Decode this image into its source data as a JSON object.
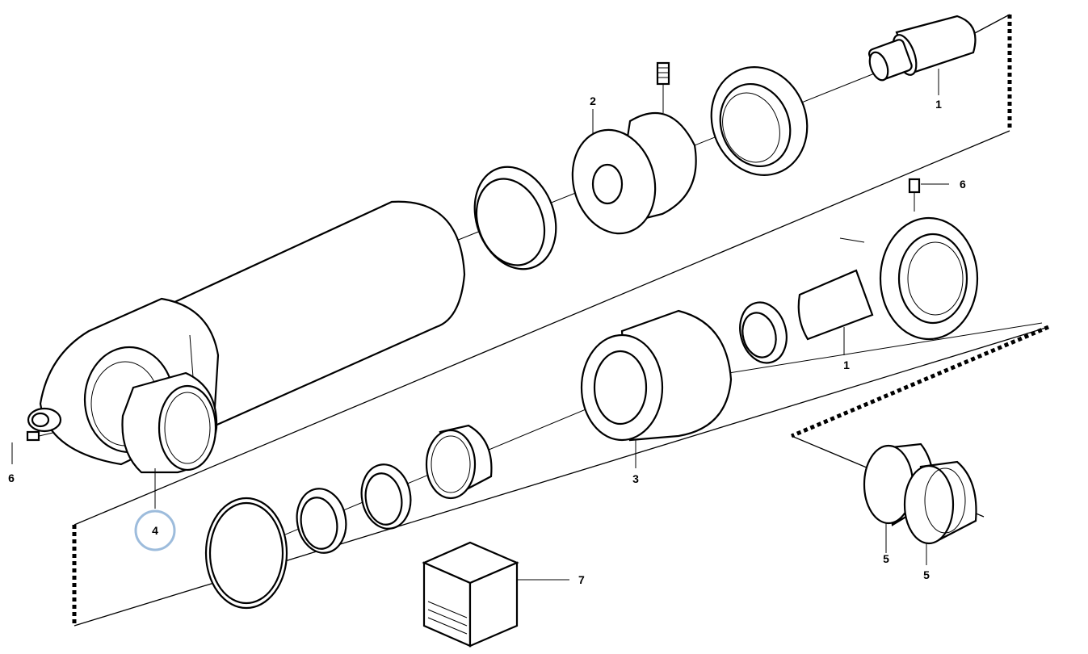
{
  "callouts": {
    "c1_top": "1",
    "c1_eye": "1",
    "c2": "2",
    "c3": "3",
    "c4": "4",
    "c5_left": "5",
    "c5_right": "5",
    "c6_left": "6",
    "c6_right": "6",
    "c7": "7"
  },
  "colors": {
    "line": "#000000",
    "highlight": "#9dbcdc"
  },
  "highlighted_callout": "4"
}
